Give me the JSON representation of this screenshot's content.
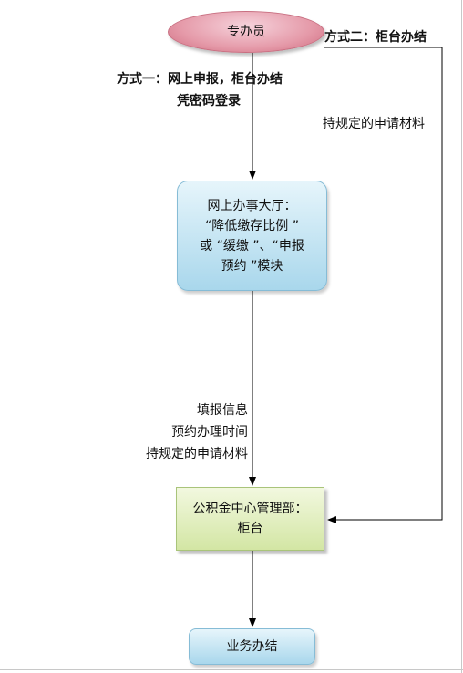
{
  "nodes": {
    "start": "专办员",
    "online_hall": [
      "网上办事大厅：",
      "“降低缴存比例 ”",
      "或 “缓缴 ”、“申报",
      "预约 ”模块"
    ],
    "counter": [
      "公积金中心管理部：",
      "柜台"
    ],
    "end": "业务办结"
  },
  "edges": {
    "method_one": [
      "方式一：网上申报，柜台办结",
      "凭密码登录"
    ],
    "method_two": "方式二：柜台办结",
    "method_two_note": "持规定的申请材料",
    "online_to_counter": [
      "填报信息",
      "预约办理时间",
      "持规定的申请材料"
    ]
  }
}
